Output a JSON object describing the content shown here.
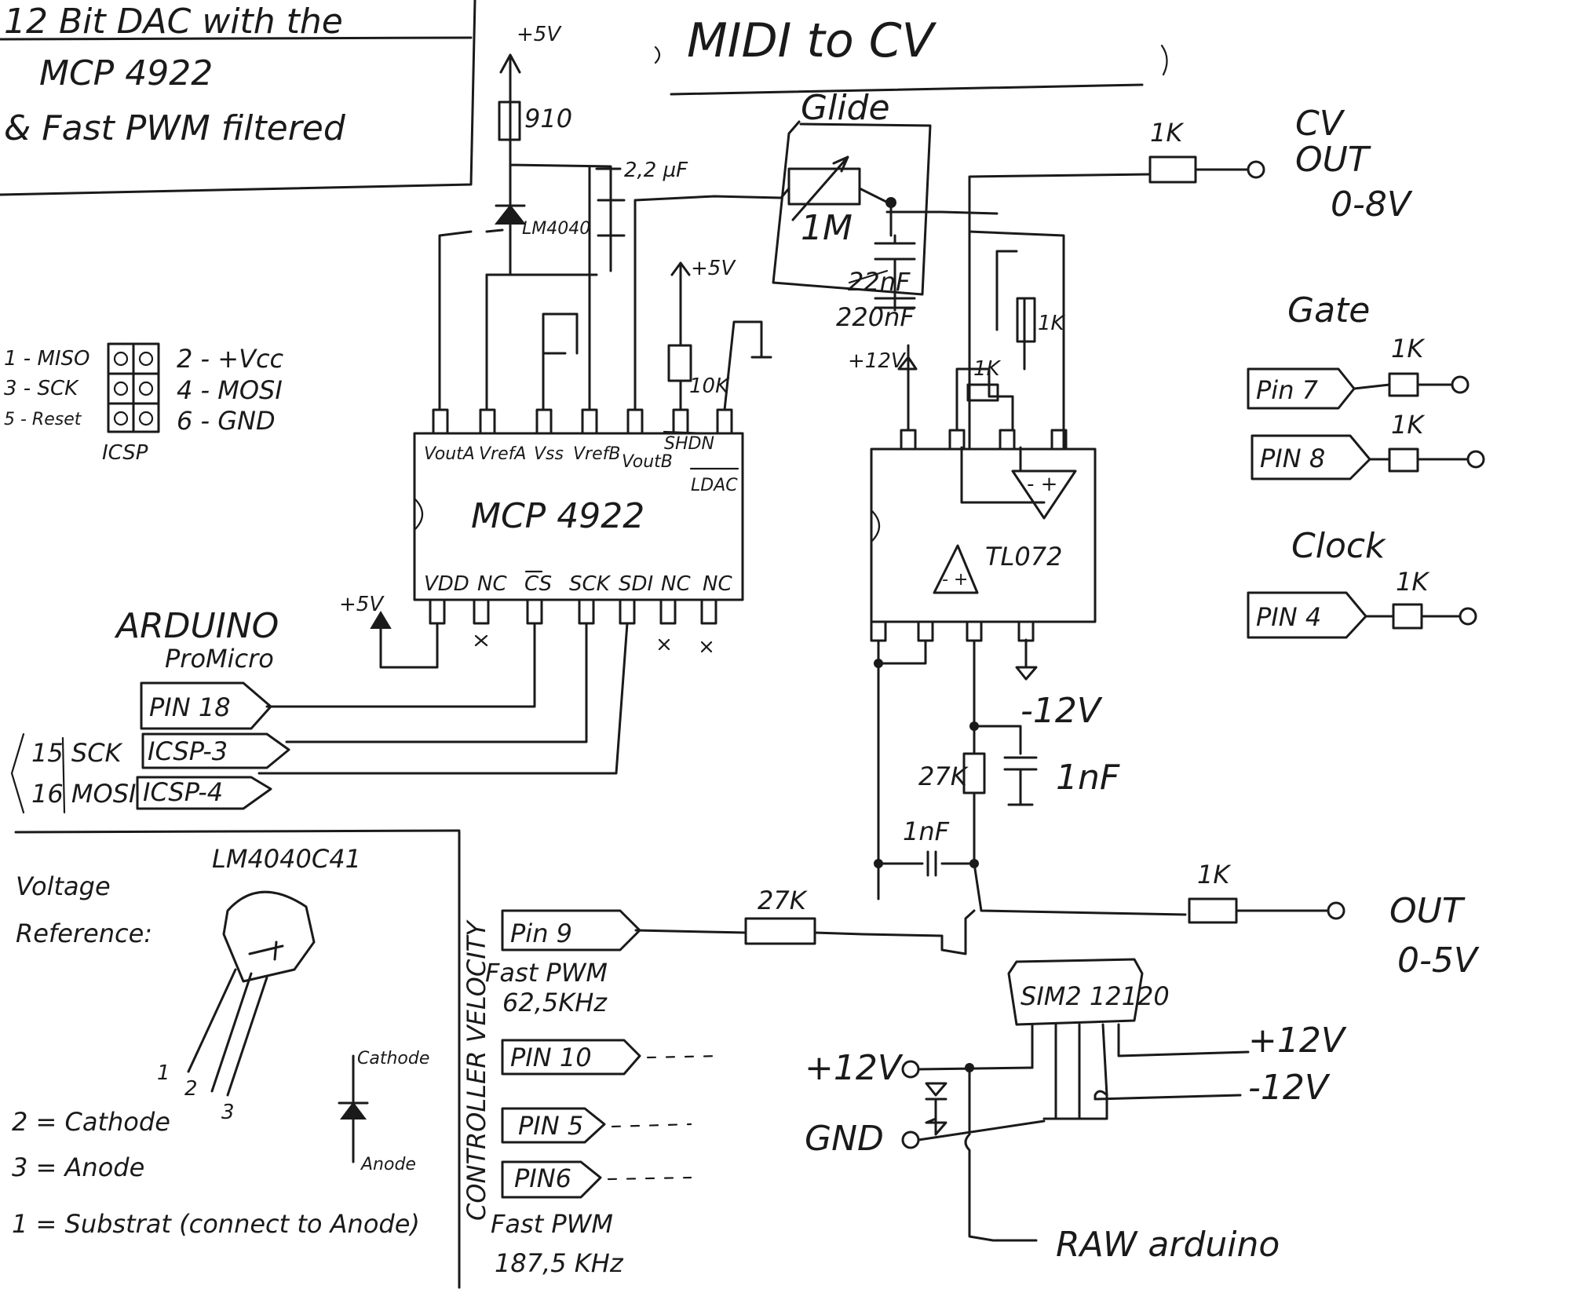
{
  "title_box": {
    "line1": "12 Bit DAC with the",
    "line2": "MCP 4922",
    "line3": "& Fast PWM filtered"
  },
  "title": "MIDI to CV",
  "supply": {
    "plus5v_top": "+5V",
    "resistor_910": "910",
    "cap_2_2uf": "2,2 µF",
    "ref_label": "LM4040",
    "plus5v_dac": "+5V",
    "res_10k": "10K",
    "plus5v_vdd": "+5V"
  },
  "glide": {
    "label": "Glide",
    "pot": "1M",
    "cap_old": "22nF",
    "cap": "220nF"
  },
  "cv_out": {
    "res": "1K",
    "label1": "CV",
    "label2": "OUT",
    "range": "0-8V"
  },
  "opamp": {
    "chip": "TL072",
    "supply_pos": "+12V",
    "supply_neg": "-12V",
    "fb_1k": "1K",
    "gain_1k": "1K"
  },
  "dac": {
    "chip": "MCP 4922",
    "top_pins": [
      "VoutA",
      "VrefA",
      "Vss",
      "VrefB",
      "VoutB",
      "SHDN",
      "LDAC"
    ],
    "bottom_pins": [
      "VDD",
      "NC",
      "CS",
      "SCK",
      "SDI",
      "NC",
      "NC"
    ]
  },
  "icsp": {
    "left": [
      "1 - MISO",
      "3 - SCK",
      "5 - Reset"
    ],
    "right": [
      "2 - +Vcc",
      "4 - MOSI",
      "6 - GND"
    ],
    "label": "ICSP"
  },
  "arduino": {
    "name1": "ARDUINO",
    "name2": "ProMicro",
    "pins": [
      "PIN 18",
      "ICSP-3",
      "ICSP-4"
    ],
    "side": [
      "15 SCK",
      "16 MOSI"
    ]
  },
  "outputs": {
    "gate_label": "Gate",
    "gate_pins": [
      "Pin 7",
      "PIN 8"
    ],
    "clock_label": "Clock",
    "clock_pin": "PIN 4",
    "res": "1K"
  },
  "filter": {
    "r27k": "27K",
    "c1nf": "1nF",
    "c1nf2": "1nF",
    "r_in": "27K",
    "out_res": "1K",
    "out_label": "OUT",
    "out_range": "0-5V"
  },
  "velocity": {
    "vertical": "CONTROLLER VELOCITY",
    "pin9": "Pin 9",
    "pwm1": "Fast PWM",
    "freq1": "62,5KHz",
    "pin10": "PIN 10",
    "pin5": "PIN 5",
    "pin6": "PIN6",
    "pwm2": "Fast PWM",
    "freq2": "187,5 KHz"
  },
  "power": {
    "module": "SIM2 12120",
    "in12": "+12V",
    "gnd": "GND",
    "out_p": "+12V",
    "out_n": "-12V",
    "raw": "RAW arduino"
  },
  "reference_note": {
    "part": "LM4040C41",
    "l1": "Voltage",
    "l2": "Reference:",
    "p1": "2 = Cathode",
    "p2": "3 = Anode",
    "p3": "1 = Substrat (connect to Anode)",
    "cathode": "Cathode",
    "anode": "Anode",
    "n1": "1",
    "n2": "2",
    "n3": "3"
  }
}
